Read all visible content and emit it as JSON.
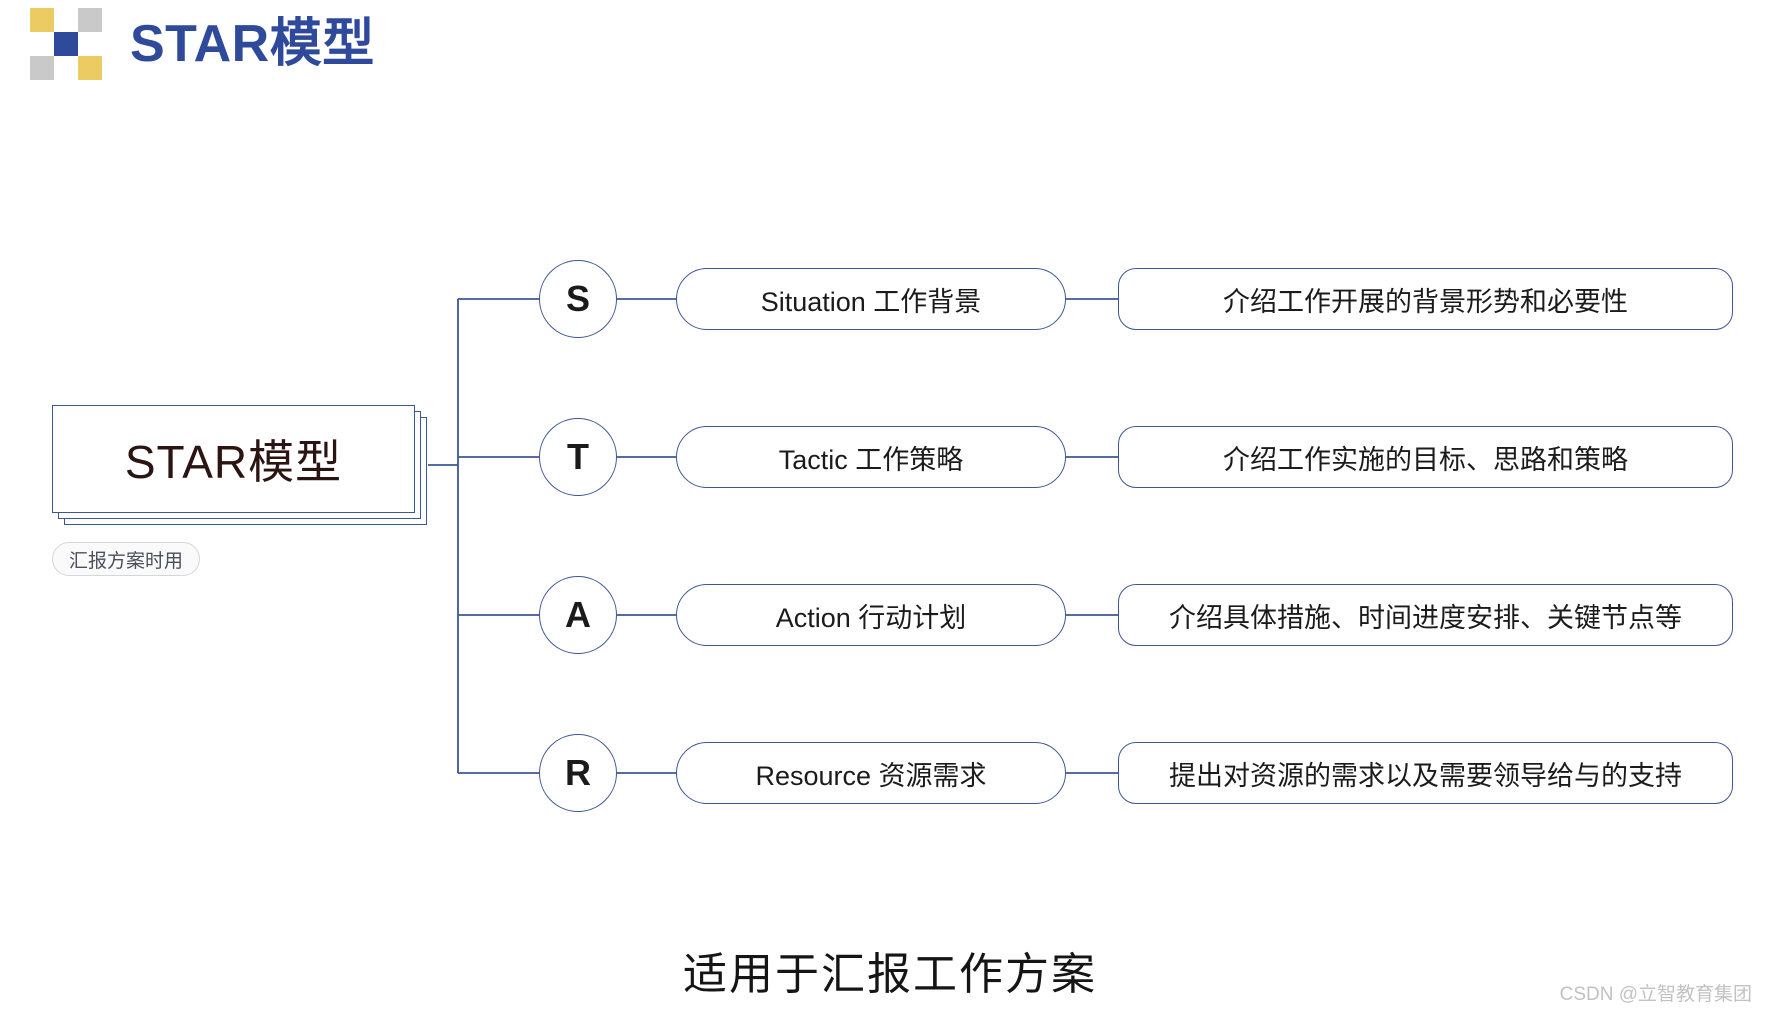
{
  "header": {
    "brand_title": "STAR模型",
    "logo": {
      "icon_name": "checkerboard-logo-icon",
      "cells": [
        "#eccb63",
        "#ffffff",
        "#c9c9c9",
        "#ffffff",
        "#2f4a9b",
        "#ffffff",
        "#c9c9c9",
        "#ffffff",
        "#eccb63"
      ]
    }
  },
  "colors": {
    "brand_blue": "#2f4a9b",
    "line_blue": "#3d5794",
    "logo_yellow": "#eccb63",
    "logo_gray": "#c9c9c9",
    "text_dark": "#1b1b1b",
    "root_text": "#2b1512",
    "tag_border": "#d3d6de",
    "watermark_gray": "#c2c2c2"
  },
  "root": {
    "label": "STAR模型",
    "tag": "汇报方案时用"
  },
  "branches": [
    {
      "letter": "S",
      "title": "Situation 工作背景",
      "description": "介绍工作开展的背景形势和必要性"
    },
    {
      "letter": "T",
      "title": "Tactic 工作策略",
      "description": "介绍工作实施的目标、思路和策略"
    },
    {
      "letter": "A",
      "title": "Action 行动计划",
      "description": "介绍具体措施、时间进度安排、关键节点等"
    },
    {
      "letter": "R",
      "title": "Resource 资源需求",
      "description": "提出对资源的需求以及需要领导给与的支持"
    }
  ],
  "footer": {
    "caption": "适用于汇报工作方案",
    "watermark": "CSDN @立智教育集团"
  }
}
